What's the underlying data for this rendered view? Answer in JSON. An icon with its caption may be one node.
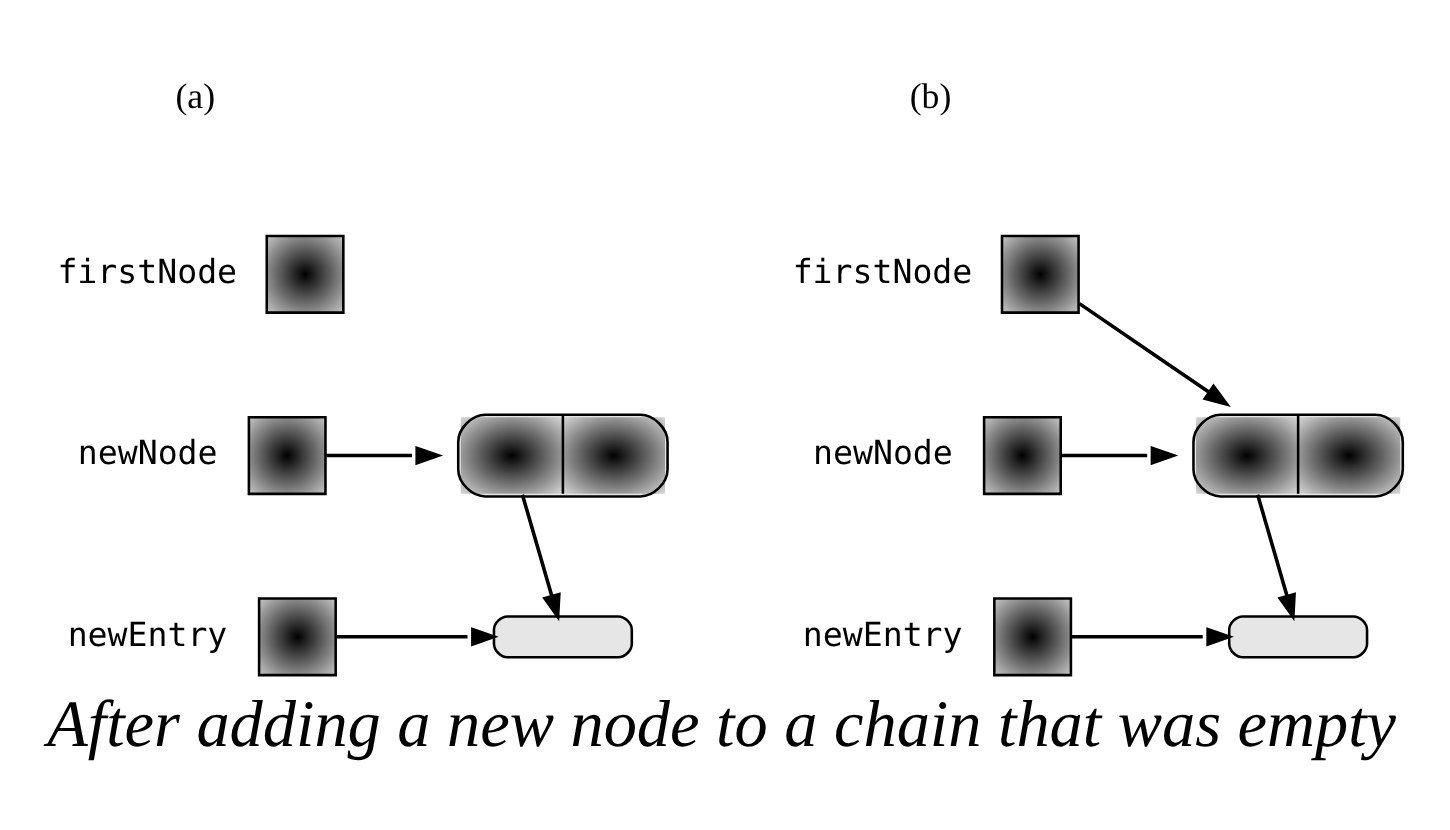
{
  "diagram": {
    "caption": "After adding a new node to a chain that was empty",
    "nodes": [
      {
        "text": [
          "firstNode"
        ]
      },
      {
        "text": [
          "newNode"
        ]
      },
      {
        "text": [],
        "shape": "box"
      },
      {
        "text": [
          "newEntry"
        ]
      },
      {
        "text": [],
        "shape": "box"
      },
      {
        "text": [
          "firstNode"
        ]
      },
      {
        "text": [
          "newNode"
        ]
      },
      {
        "text": [],
        "shape": "box"
      },
      {
        "text": [
          "newEntry"
        ]
      },
      {
        "text": [],
        "shape": "box"
      }
    ],
    "edges": [
      {
        "from": 1,
        "to": 2,
        "arrow": "to"
      },
      {
        "from": 2,
        "to": 4,
        "arrow": "to"
      },
      {
        "from": 3,
        "to": 4,
        "arrow": "to"
      },
      {
        "from": 5,
        "to": 7,
        "arrow": "to"
      },
      {
        "from": 6,
        "to": 7,
        "arrow": "to"
      },
      {
        "from": 7,
        "to": 9,
        "arrow": "to"
      },
      {
        "from": 8,
        "to": 9,
        "arrow": "to"
      }
    ],
    "labels": [
      "(a)",
      "(b)"
    ]
  }
}
